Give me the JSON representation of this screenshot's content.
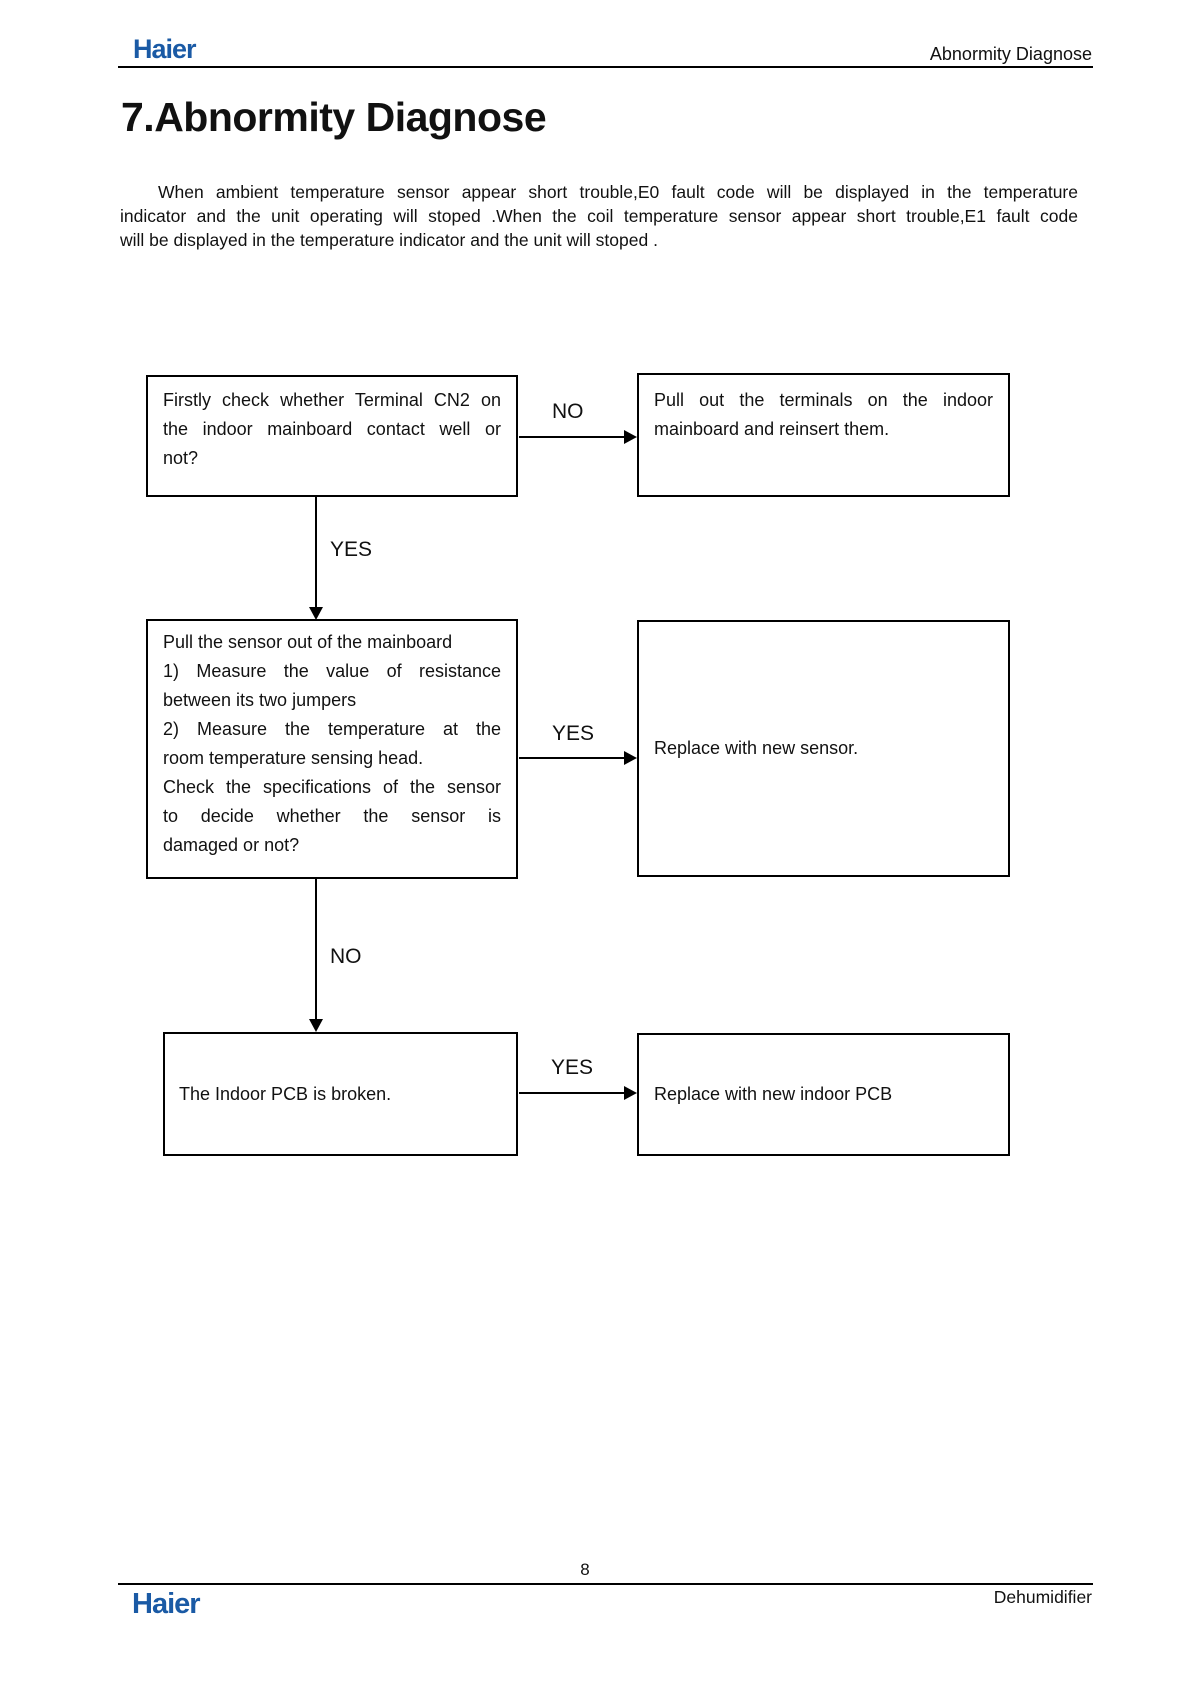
{
  "header": {
    "logo_text": "Haier",
    "title": "Abnormity Diagnose"
  },
  "document": {
    "section_title": "7.Abnormity Diagnose",
    "intro_lines": [
      {
        "t": "When ambient temperature sensor appear short trouble,E0 fault code will be displayed in the temperature",
        "j": true,
        "indent": true
      },
      {
        "t": "indicator and the unit operating will stoped .When the coil temperature sensor appear short trouble,E1 fault code",
        "j": true
      },
      {
        "t": "will be displayed in the temperature indicator and the unit will stoped .",
        "j": false
      }
    ]
  },
  "flowchart": {
    "q1_lines": [
      {
        "t": "Firstly check whether Terminal CN2 on",
        "j": true
      },
      {
        "t": "the indoor mainboard contact well or",
        "j": true
      },
      {
        "t": "not?",
        "j": false
      }
    ],
    "a1_lines": [
      {
        "t": "Pull out the terminals on the indoor",
        "j": true
      },
      {
        "t": "mainboard and reinsert them.",
        "j": false
      }
    ],
    "q2_lines": [
      {
        "t": "Pull the sensor out of the mainboard",
        "j": false
      },
      {
        "t": "1) Measure the value of resistance",
        "j": true
      },
      {
        "t": "between its two jumpers",
        "j": false
      },
      {
        "t": "2) Measure the temperature at the",
        "j": true
      },
      {
        "t": "room temperature sensing head.",
        "j": false
      },
      {
        "t": "Check the specifications of the sensor",
        "j": true
      },
      {
        "t": "to decide whether the sensor is",
        "j": true
      },
      {
        "t": "damaged or not?",
        "j": false
      }
    ],
    "a2_text": "Replace with new sensor.",
    "q3_text": "The Indoor PCB is broken.",
    "a3_text": "Replace with new indoor PCB",
    "labels": {
      "no1": "NO",
      "yes1": "YES",
      "yes2": "YES",
      "no2": "NO",
      "yes3": "YES"
    }
  },
  "footer": {
    "page_number": "8",
    "logo_text": "Haier",
    "product": "Dehumidifier"
  },
  "colors": {
    "logo_blue": "#1a5aa5",
    "text": "#111111",
    "line": "#000000"
  }
}
